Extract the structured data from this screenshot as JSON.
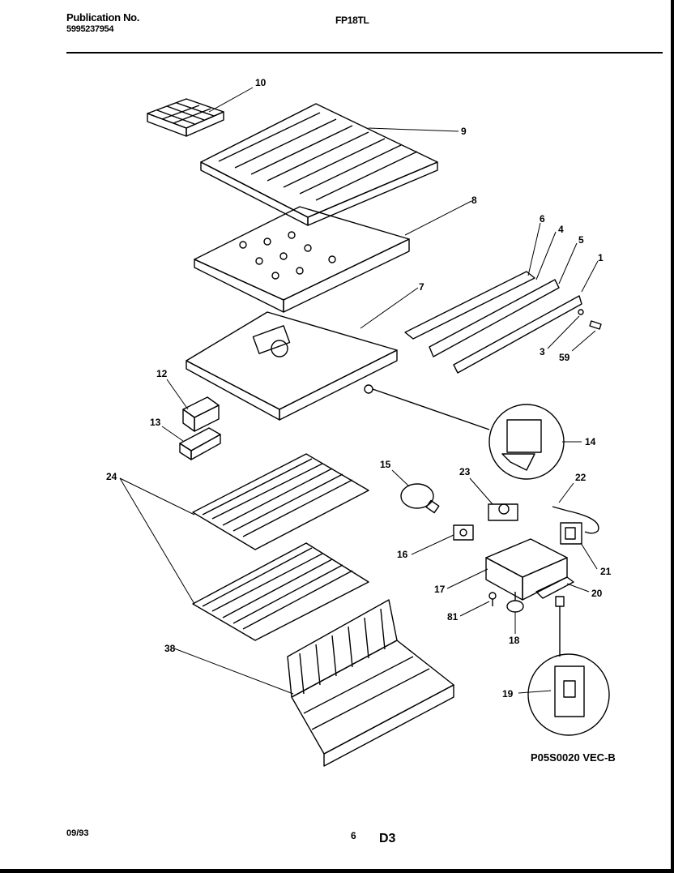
{
  "header": {
    "publication_label": "Publication No.",
    "publication_number": "5995237954",
    "model": "FP18TL"
  },
  "callouts": [
    "10",
    "9",
    "8",
    "6",
    "4",
    "5",
    "1",
    "7",
    "3",
    "59",
    "12",
    "13",
    "14",
    "24",
    "15",
    "23",
    "22",
    "16",
    "21",
    "17",
    "20",
    "81",
    "18",
    "38",
    "19"
  ],
  "footer": {
    "reference_code": "P05S0020  VEC-B",
    "date": "09/93",
    "page": "6",
    "section": "D3"
  }
}
